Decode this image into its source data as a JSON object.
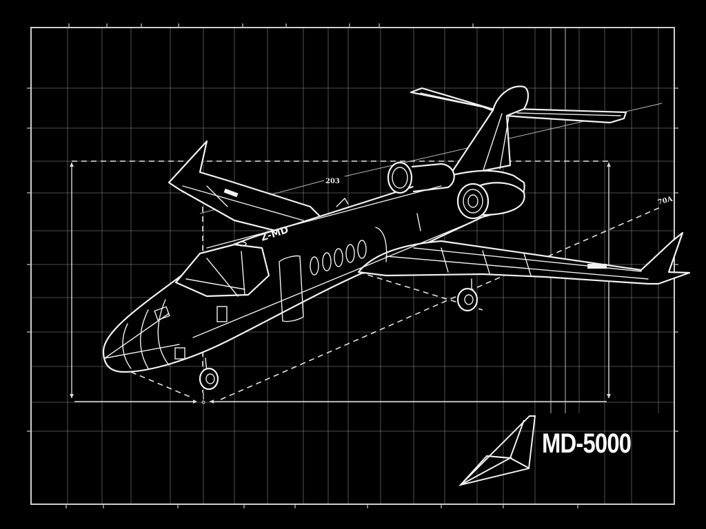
{
  "drawing": {
    "title": "MD-5000",
    "subject": "business jet aircraft blueprint, isometric view",
    "style": "white line art on black background with grid",
    "colors": {
      "background": "#000000",
      "lines": "#f2f2f2",
      "grid": "#8a8a8a"
    }
  },
  "dimensions": {
    "top_label": "203",
    "right_label": "70A"
  },
  "fuselage_marking": "Z-MD",
  "logo": {
    "icon": "tail-fin-logo-icon",
    "text": "MD-5000"
  }
}
